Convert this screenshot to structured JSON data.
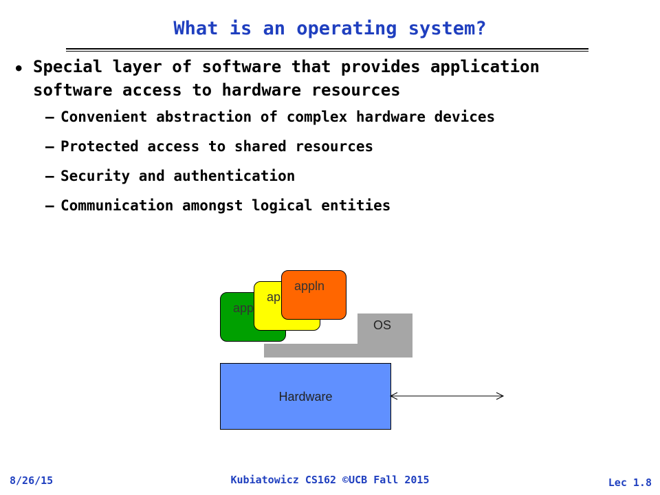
{
  "slide": {
    "title": "What is an operating system?",
    "bullet": "Special layer of software that provides application software access to hardware resources",
    "sub_bullets": [
      "Convenient abstraction of complex hardware devices",
      "Protected access to shared resources",
      "Security and authentication",
      "Communication amongst logical entities"
    ],
    "dash": "–",
    "dot": "•"
  },
  "diagram": {
    "app1": "appln",
    "app2": "appln",
    "app3": "appln",
    "os": "OS",
    "hardware": "Hardware",
    "colors": {
      "app1": "#00a000",
      "app2": "#ffff00",
      "app3": "#ff6600",
      "os": "#a6a6a6",
      "hardware": "#6090ff"
    }
  },
  "footer": {
    "date": "8/26/15",
    "course": "Kubiatowicz CS162 ©UCB Fall 2015",
    "lecture": "Lec 1.8"
  }
}
